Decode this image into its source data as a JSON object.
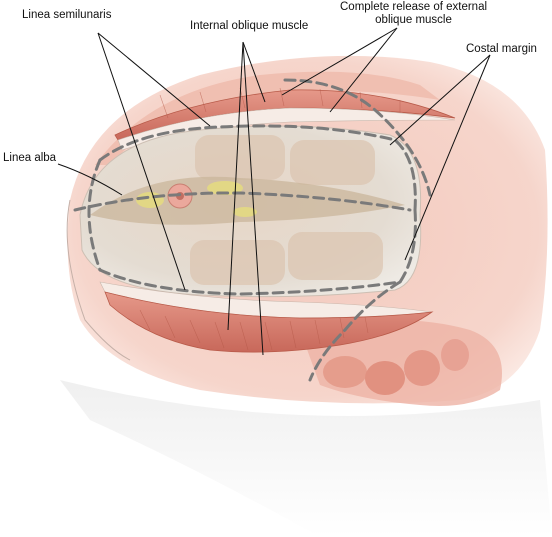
{
  "labels": {
    "linea_semilunaris": "Linea semilunaris",
    "internal_oblique": "Internal oblique muscle",
    "complete_release_line1": "Complete release of external",
    "complete_release_line2": "oblique muscle",
    "costal_margin": "Costal margin",
    "linea_alba": "Linea alba"
  },
  "colors": {
    "skin": "#f2c4b8",
    "skin_light": "#f8ddd4",
    "muscle": "#d9816e",
    "muscle_dark": "#b85a49",
    "fascia": "#ece6da",
    "rectus": "#e3cdb8",
    "dashed_line": "#7a7a7a",
    "leader_line": "#111111",
    "fat_yellow": "#e8e07a"
  }
}
